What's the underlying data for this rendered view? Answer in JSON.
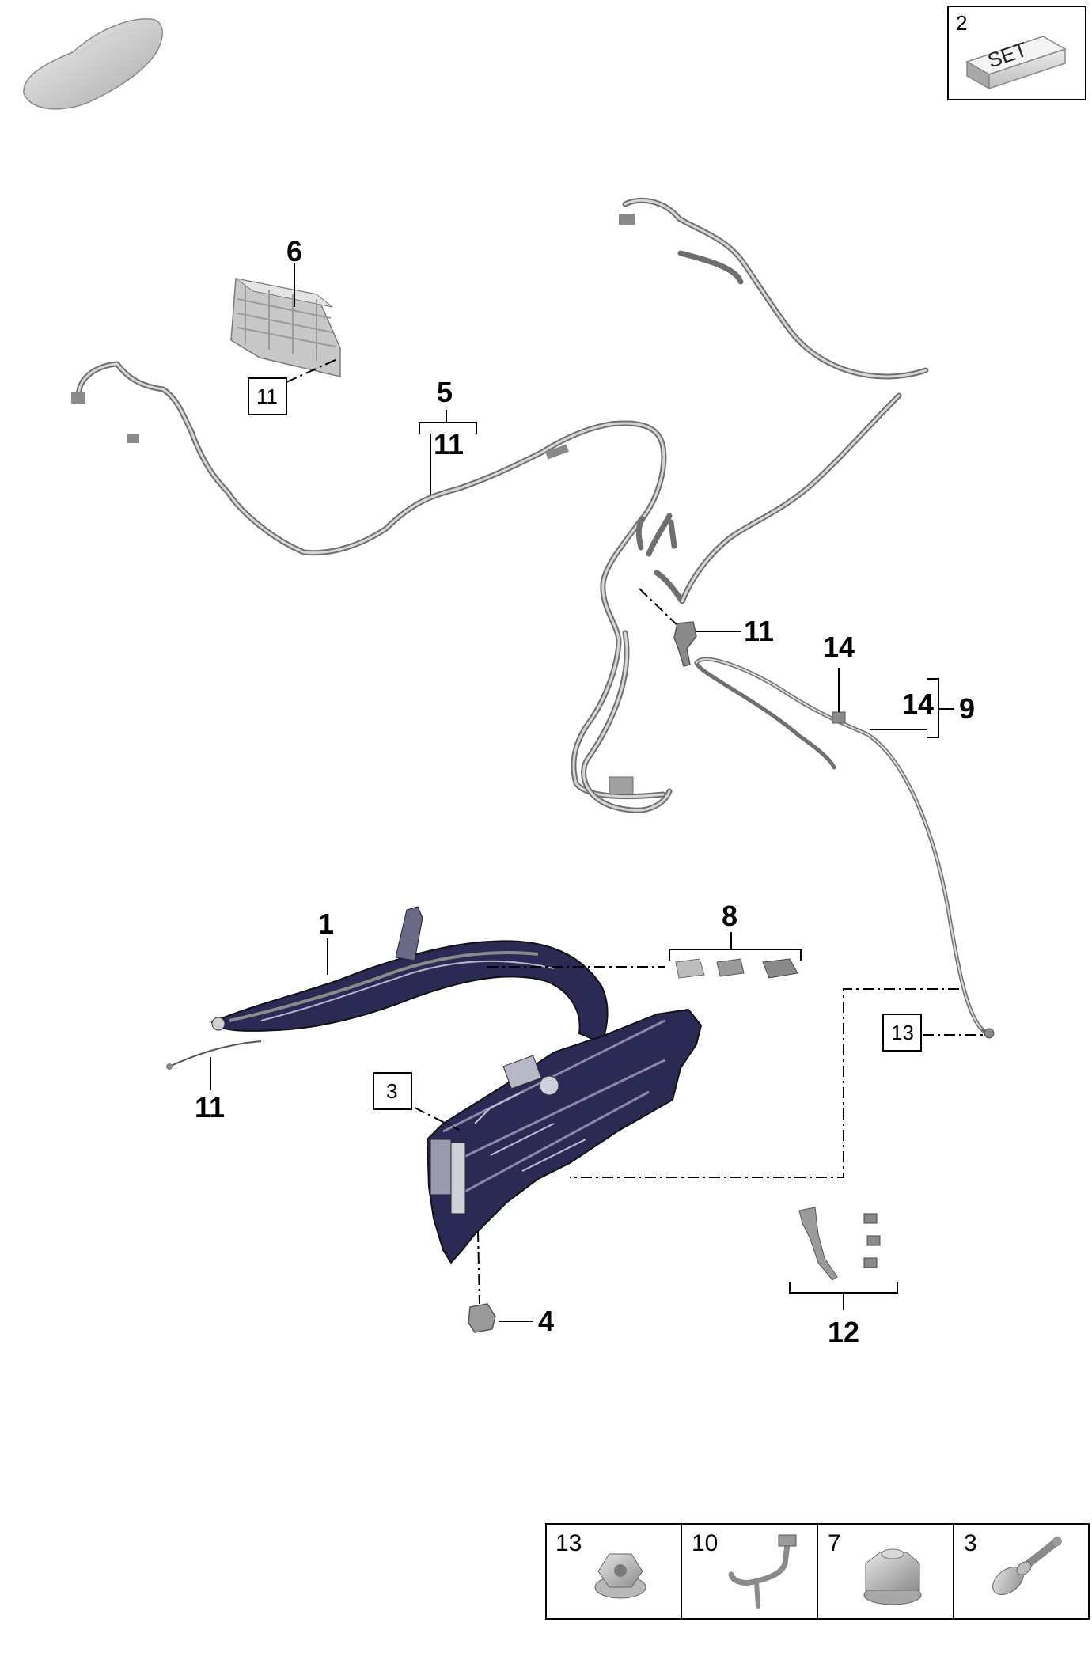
{
  "set_box": {
    "number": "2",
    "set_label": "SET"
  },
  "callouts": {
    "frame": "1",
    "bracket_bottom": "4",
    "harness_main": "5",
    "harness_main_sub": "11",
    "control_unit": "6",
    "cap_kit": "8",
    "cable_group": "9",
    "cable_group_sub": "14",
    "cable_clip": "14",
    "connector_mid": "11",
    "frame_cable": "11",
    "clip_kit": "12"
  },
  "boxed_refs": {
    "control_unit_nut": "11",
    "frame_screw": "3",
    "cable_nut": "13"
  },
  "parts_table": [
    {
      "number": "13",
      "icon": "flange-nut-icon"
    },
    {
      "number": "10",
      "icon": "cable-tie-icon"
    },
    {
      "number": "7",
      "icon": "cap-nut-icon"
    },
    {
      "number": "3",
      "icon": "screw-icon"
    }
  ],
  "colors": {
    "frame": "#2a2a55",
    "frame_highlight": "#8a8aa8",
    "harness": "#6f6f6f",
    "part_gray": "#9a9a9a"
  }
}
